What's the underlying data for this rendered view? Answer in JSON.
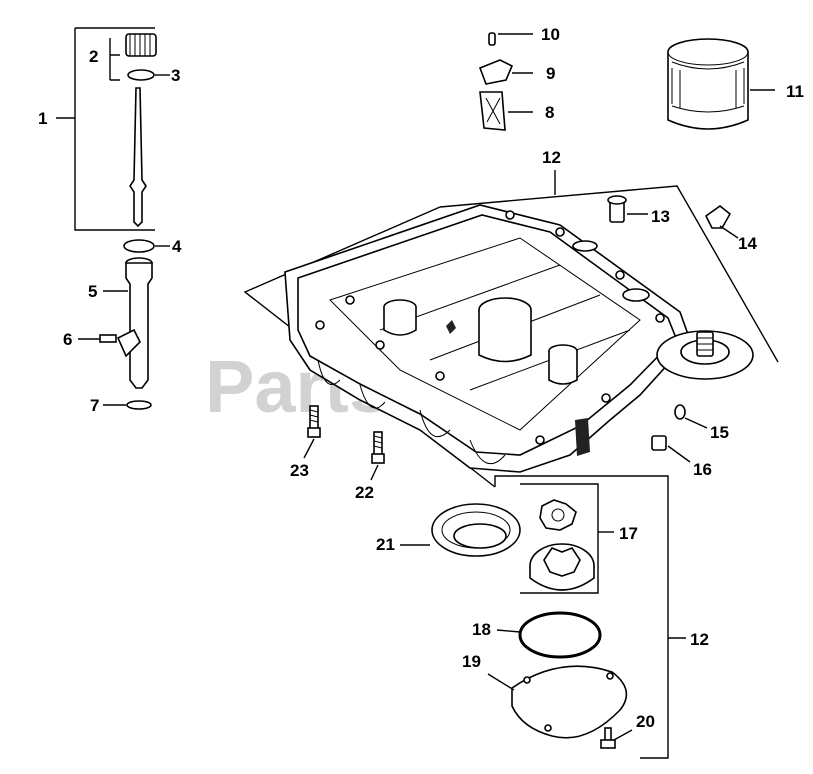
{
  "watermark": "PartsTree",
  "callouts": [
    {
      "id": "c1",
      "label": "1"
    },
    {
      "id": "c2",
      "label": "2"
    },
    {
      "id": "c3",
      "label": "3"
    },
    {
      "id": "c4",
      "label": "4"
    },
    {
      "id": "c5",
      "label": "5"
    },
    {
      "id": "c6",
      "label": "6"
    },
    {
      "id": "c7",
      "label": "7"
    },
    {
      "id": "c8",
      "label": "8"
    },
    {
      "id": "c9",
      "label": "9"
    },
    {
      "id": "c10",
      "label": "10"
    },
    {
      "id": "c11",
      "label": "11"
    },
    {
      "id": "c12a",
      "label": "12"
    },
    {
      "id": "c12b",
      "label": "12"
    },
    {
      "id": "c13",
      "label": "13"
    },
    {
      "id": "c14",
      "label": "14"
    },
    {
      "id": "c15",
      "label": "15"
    },
    {
      "id": "c16",
      "label": "16"
    },
    {
      "id": "c17",
      "label": "17"
    },
    {
      "id": "c18",
      "label": "18"
    },
    {
      "id": "c19",
      "label": "19"
    },
    {
      "id": "c20",
      "label": "20"
    },
    {
      "id": "c21",
      "label": "21"
    },
    {
      "id": "c22",
      "label": "22"
    },
    {
      "id": "c23",
      "label": "23"
    }
  ]
}
